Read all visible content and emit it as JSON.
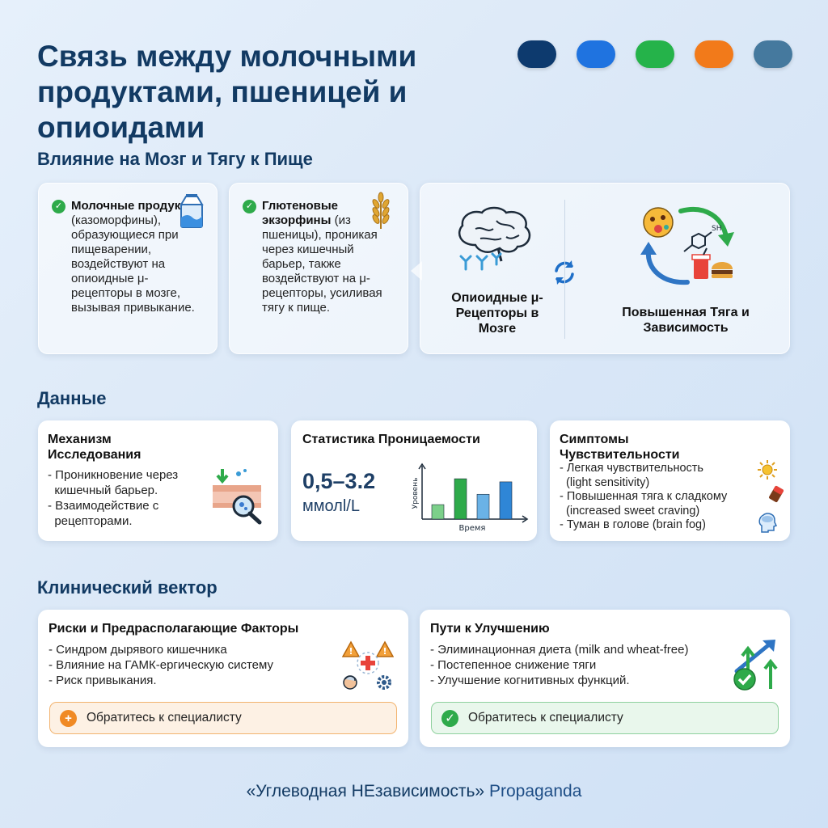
{
  "title": "Связь между молочными продуктами, пшеницей и опиоидами",
  "palette": [
    "#0d3a6e",
    "#1f73e0",
    "#25b34a",
    "#f27a1a",
    "#45799e"
  ],
  "section1": {
    "heading": "Влияние на Мозг и Тягу к Пище",
    "dairy": {
      "bold": "Молочные продукты",
      "text": "(казоморфины), образующиеся при пищеварении, воздействуют на опиоидные μ-рецепторы в мозге, вызывая привыкание.",
      "icon": "milk-carton-icon"
    },
    "gluten": {
      "bold": "Глютеновые экзорфины",
      "text": "(из пшеницы), проникая через кишечный барьер, также воздействуют на μ-рецепторы, усиливая тягу к пище.",
      "icon": "wheat-icon"
    },
    "receptors_label": "Опиоидные μ-Рецепторы в Мозге",
    "craving_label": "Повышенная Тяга и Зависимость",
    "molecule_label": "SH"
  },
  "section2": {
    "heading": "Данные",
    "mechanism": {
      "title": "Механизм Исследования",
      "items": [
        "- Проникновение через",
        "  кишечный барьер.",
        "- Взаимодействие с",
        "  рецепторами."
      ]
    },
    "permeability": {
      "title": "Статистика Проницаемости",
      "value": "0,5–3.2",
      "unit": "ммолl/L",
      "ylabel": "Уровень",
      "xlabel": "Время"
    },
    "symptoms": {
      "title": "Симптомы Чувствительности",
      "items": [
        "- Легкая чувствительность",
        "  (light sensitivity)",
        "- Повышенная тяга к сладкому",
        "  (increased sweet craving)",
        "- Туман в голове (brain fog)"
      ]
    }
  },
  "chart_data": {
    "type": "bar",
    "xlabel": "Время",
    "ylabel": "Уровень",
    "values": [
      0.28,
      0.78,
      0.48,
      0.72
    ],
    "colors": [
      "#7cd08a",
      "#2eaa4a",
      "#6ab2e6",
      "#2f86d6"
    ]
  },
  "section3": {
    "heading": "Клинический вектор",
    "risks": {
      "title": "Риски и Предрасполагающие Факторы",
      "items": [
        "- Синдром дырявого кишечника",
        "- Влияние на ГАМК-ергическую систему",
        "- Риск привыкания."
      ],
      "cta": "Обратитесь к специалисту",
      "cta_color": "#f08a24"
    },
    "improve": {
      "title": "Пути к Улучшению",
      "items": [
        "- Элиминационная диета (milk and wheat-free)",
        "- Постепенное снижение тяги",
        "- Улучшение когнитивных функций."
      ],
      "cta": "Обратитесь к специалисту",
      "cta_color": "#2eaa4a"
    }
  },
  "footer": {
    "quote": "«Углеводная НЕзависимость»",
    "brand": "Propaganda"
  }
}
